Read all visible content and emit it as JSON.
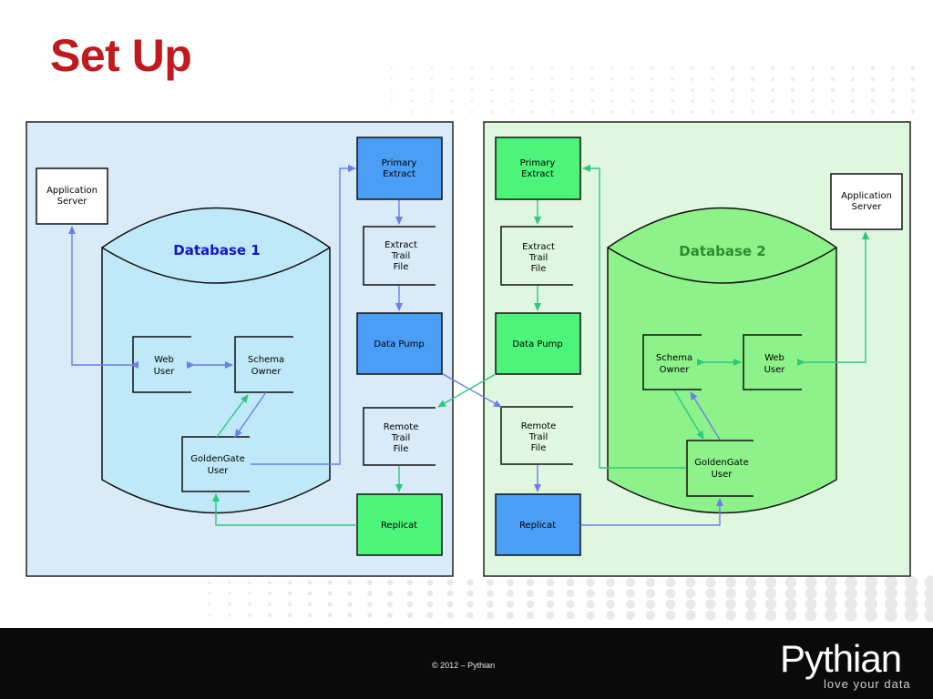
{
  "title": "Set Up",
  "footer": {
    "copyright": "© 2012 – Pythian",
    "brand": "Pythian",
    "tagline": "love your data"
  },
  "colors": {
    "title_red": "#c0191e",
    "left_panel": "#d9eaf9",
    "right_panel": "#dff7df",
    "db1_fill": "#bfe8f8",
    "db2_fill": "#8df28a",
    "blue_box": "#4a9ef5",
    "green_box": "#4cf57a",
    "blue_arrow": "#6b7fe6",
    "green_arrow": "#2ec77e",
    "db1_label": "#1515cc",
    "db2_label": "#2e8b2e"
  },
  "icons": {
    "brand_logo": "pythian-logo"
  },
  "left": {
    "database_label": "Database 1",
    "app_server": [
      "Application",
      "Server"
    ],
    "web_user": [
      "Web",
      "User"
    ],
    "schema_owner": [
      "Schema",
      "Owner"
    ],
    "goldengate_user": [
      "GoldenGate",
      "User"
    ],
    "primary_extract": [
      "Primary",
      "Extract"
    ],
    "extract_trail": [
      "Extract",
      "Trail",
      "File"
    ],
    "data_pump": [
      "Data Pump"
    ],
    "remote_trail": [
      "Remote",
      "Trail",
      "File"
    ],
    "replicat": [
      "Replicat"
    ]
  },
  "right": {
    "database_label": "Database 2",
    "app_server": [
      "Application",
      "Server"
    ],
    "web_user": [
      "Web",
      "User"
    ],
    "schema_owner": [
      "Schema",
      "Owner"
    ],
    "goldengate_user": [
      "GoldenGate",
      "User"
    ],
    "primary_extract": [
      "Primary",
      "Extract"
    ],
    "extract_trail": [
      "Extract",
      "Trail",
      "File"
    ],
    "data_pump": [
      "Data Pump"
    ],
    "remote_trail": [
      "Remote",
      "Trail",
      "File"
    ],
    "replicat": [
      "Replicat"
    ]
  }
}
